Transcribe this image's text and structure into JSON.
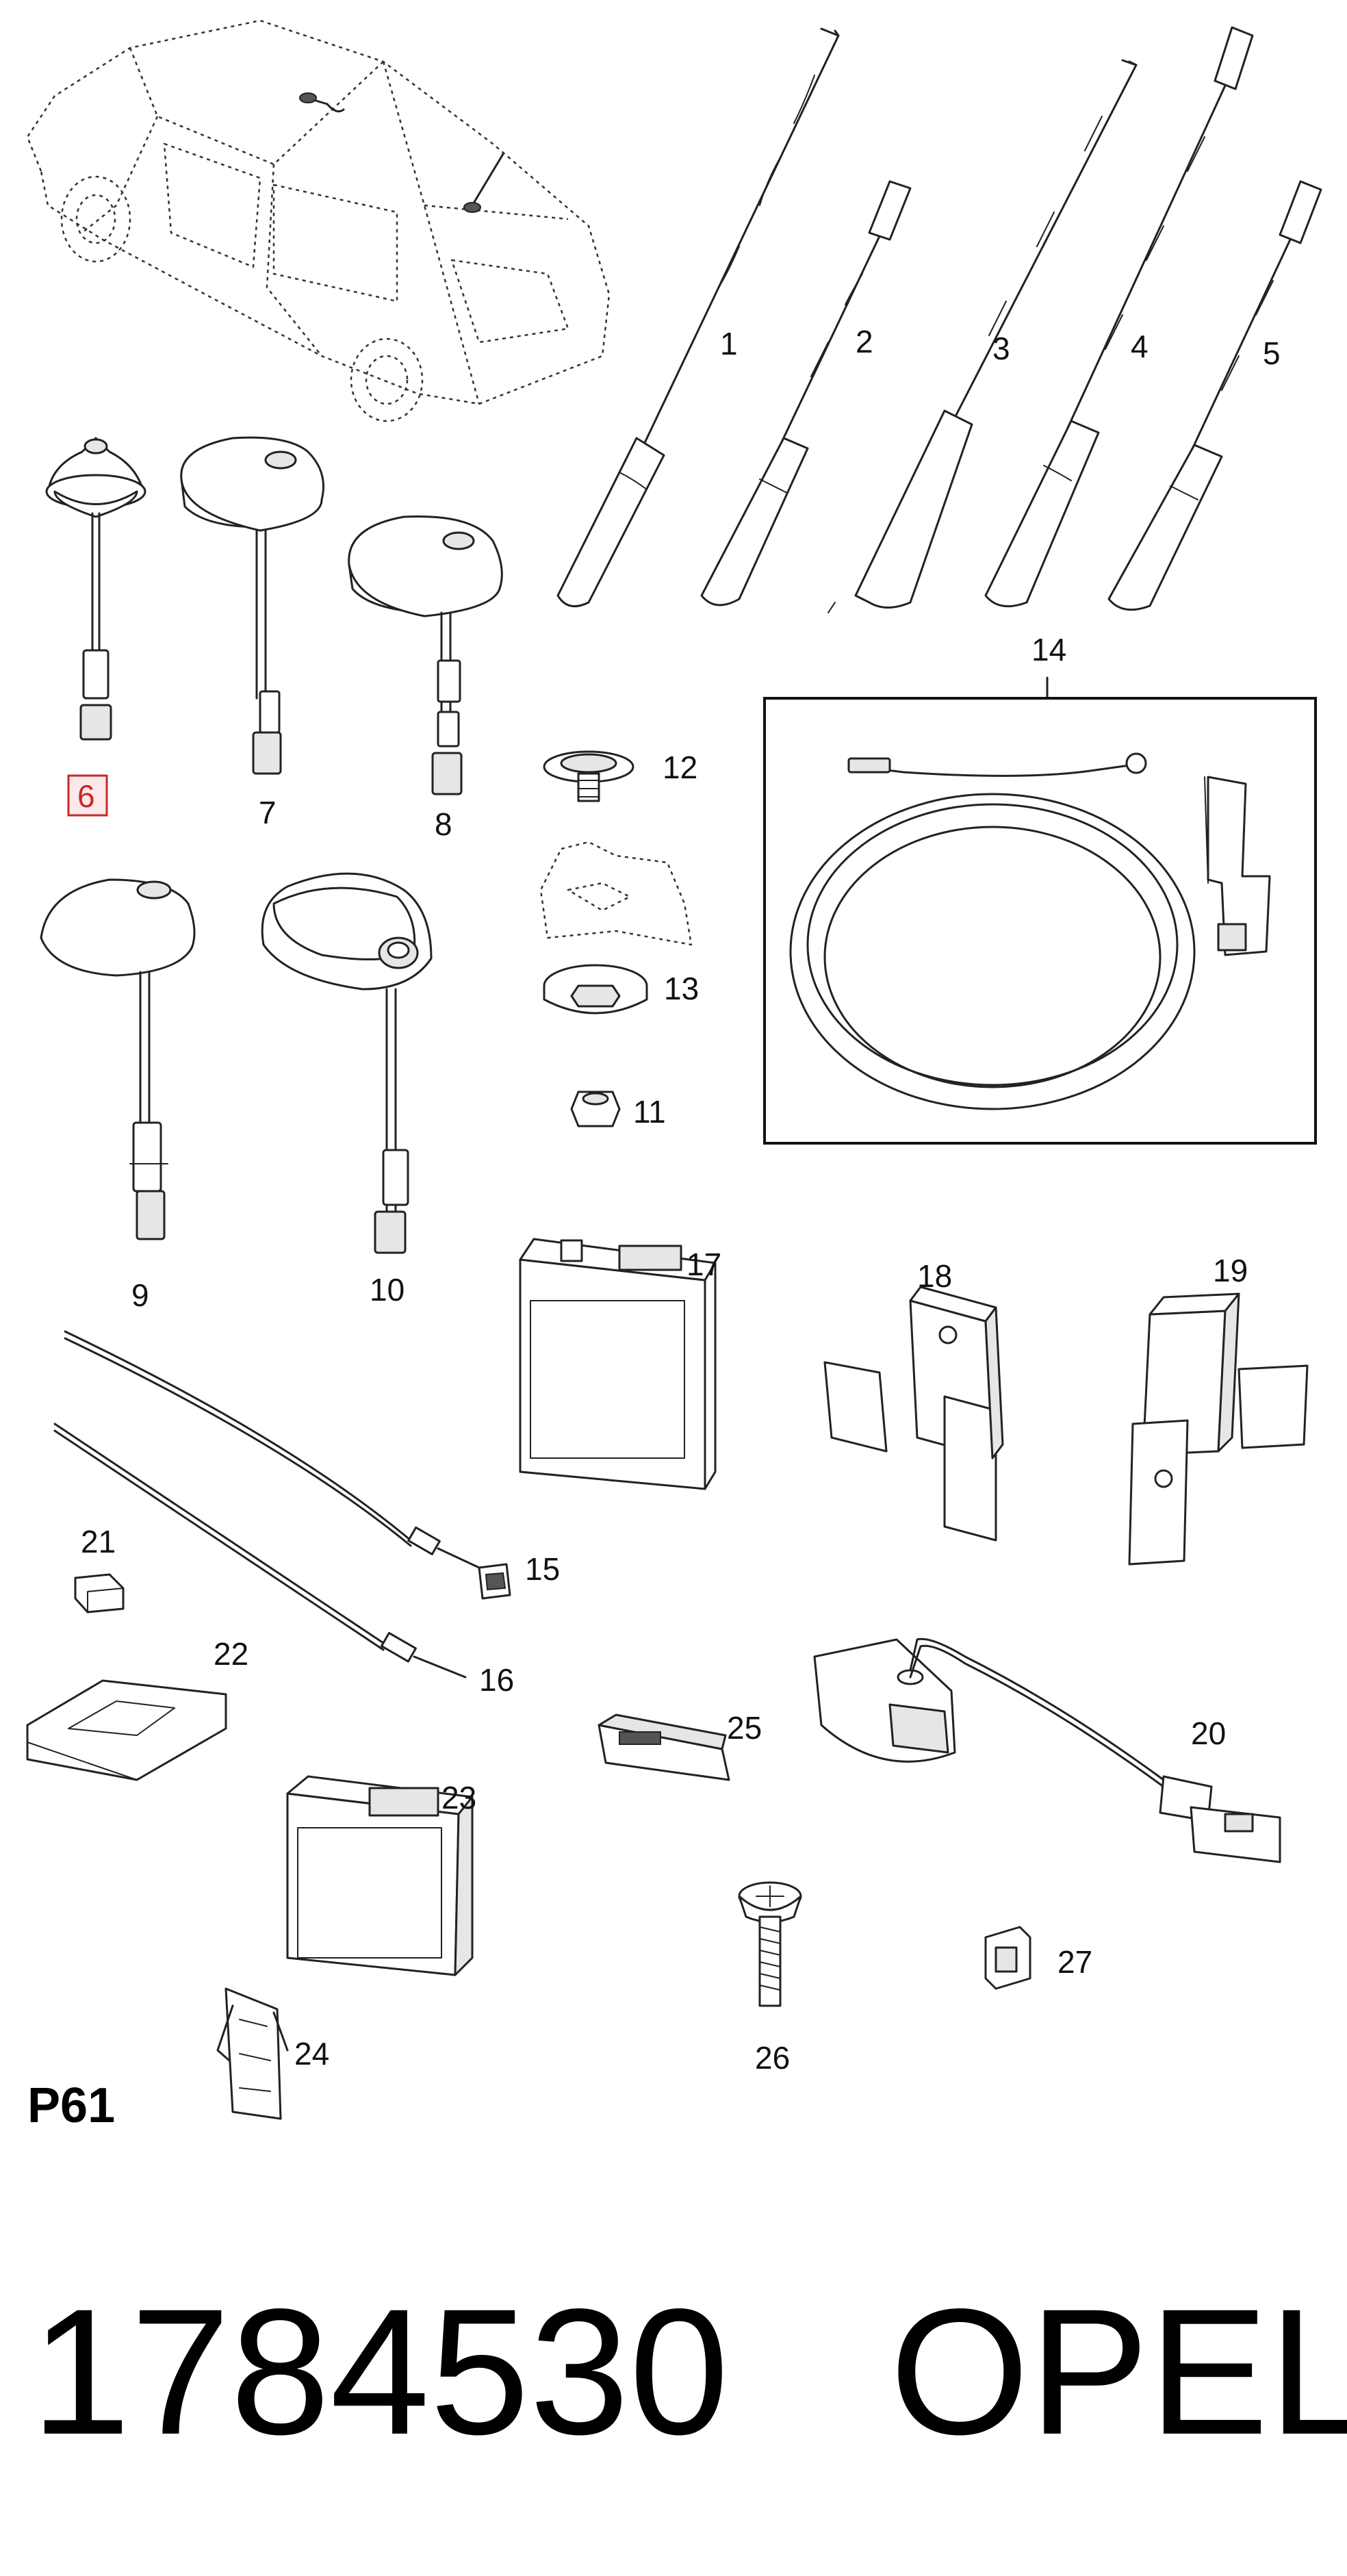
{
  "labels": {
    "p1": "1",
    "p2": "2",
    "p3": "3",
    "p4": "4",
    "p5": "5",
    "p6": "6",
    "p7": "7",
    "p8": "8",
    "p9": "9",
    "p10": "10",
    "p11": "11",
    "p12": "12",
    "p13": "13",
    "p14": "14",
    "p15": "15",
    "p16": "16",
    "p17": "17",
    "p18": "18",
    "p19": "19",
    "p20": "20",
    "p21": "21",
    "p22": "22",
    "p23": "23",
    "p24": "24",
    "p25": "25",
    "p26": "26",
    "p27": "27"
  },
  "highlight_color": "#c62828",
  "page_code": "P61",
  "part_number": "1784530",
  "brand": "OPEL"
}
